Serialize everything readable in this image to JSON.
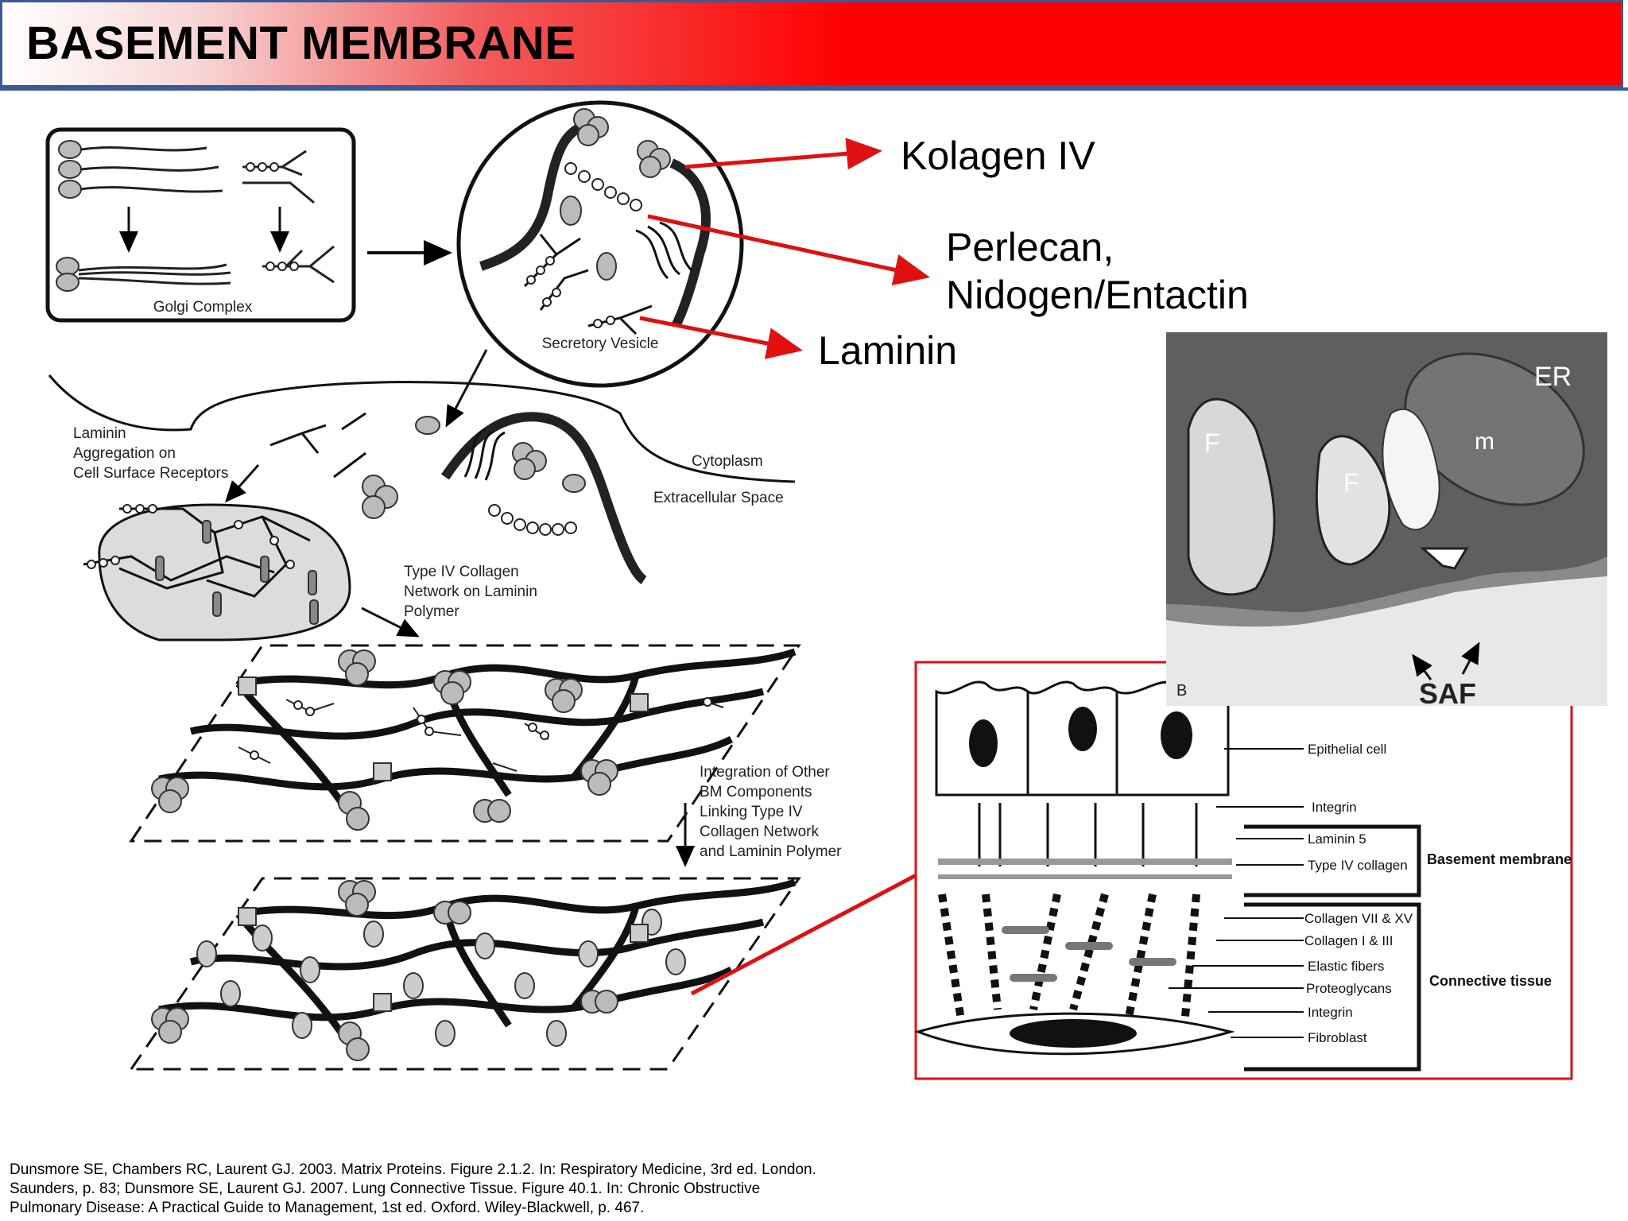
{
  "title": "BASEMENT MEMBRANE",
  "callouts": {
    "kolagen": "Kolagen IV",
    "perlecan_line1": "Perlecan,",
    "perlecan_line2": "Nidogen/Entactin",
    "laminin": "Laminin"
  },
  "left_figure": {
    "golgi_label": "Golgi Complex",
    "vesicle_label": "Secretory Vesicle",
    "aggregation_label": [
      "Laminin",
      "Aggregation on",
      "Cell Surface Receptors"
    ],
    "cytoplasm_label": "Cytoplasm",
    "extracellular_label": "Extracellular Space",
    "type4_label": [
      "Type IV Collagen",
      "Network on Laminin",
      "Polymer"
    ],
    "integration_label": [
      "Integration of Other",
      "BM Components",
      "Linking Type IV",
      "Collagen Network",
      "and Laminin Polymer"
    ]
  },
  "micrograph": {
    "labels": {
      "er": "ER",
      "m": "m",
      "f1": "F",
      "f2": "F",
      "saf": "SAF",
      "panel": "B"
    }
  },
  "right_figure": {
    "labels": [
      "Epithelial cell",
      "Integrin",
      "Laminin 5",
      "Type IV collagen",
      "Collagen VII & XV",
      "Collagen I & III",
      "Elastic fibers",
      "Proteoglycans",
      "Integrin",
      "Fibroblast"
    ],
    "group_basement": "Basement membrane",
    "group_connective": "Connective tissue"
  },
  "citation": [
    "Dunsmore SE, Chambers RC, Laurent GJ. 2003. Matrix Proteins. Figure 2.1.2. In: Respiratory Medicine, 3rd ed. London.",
    "Saunders, p. 83; Dunsmore SE, Laurent GJ. 2007. Lung Connective Tissue. Figure 40.1. In: Chronic Obstructive",
    "Pulmonary Disease: A Practical Guide to Management, 1st ed. Oxford. Wiley-Blackwell, p. 467."
  ],
  "colors": {
    "accent_red": "#ff0000",
    "arrow_red": "#e01010",
    "border_blue": "#3b5998"
  }
}
